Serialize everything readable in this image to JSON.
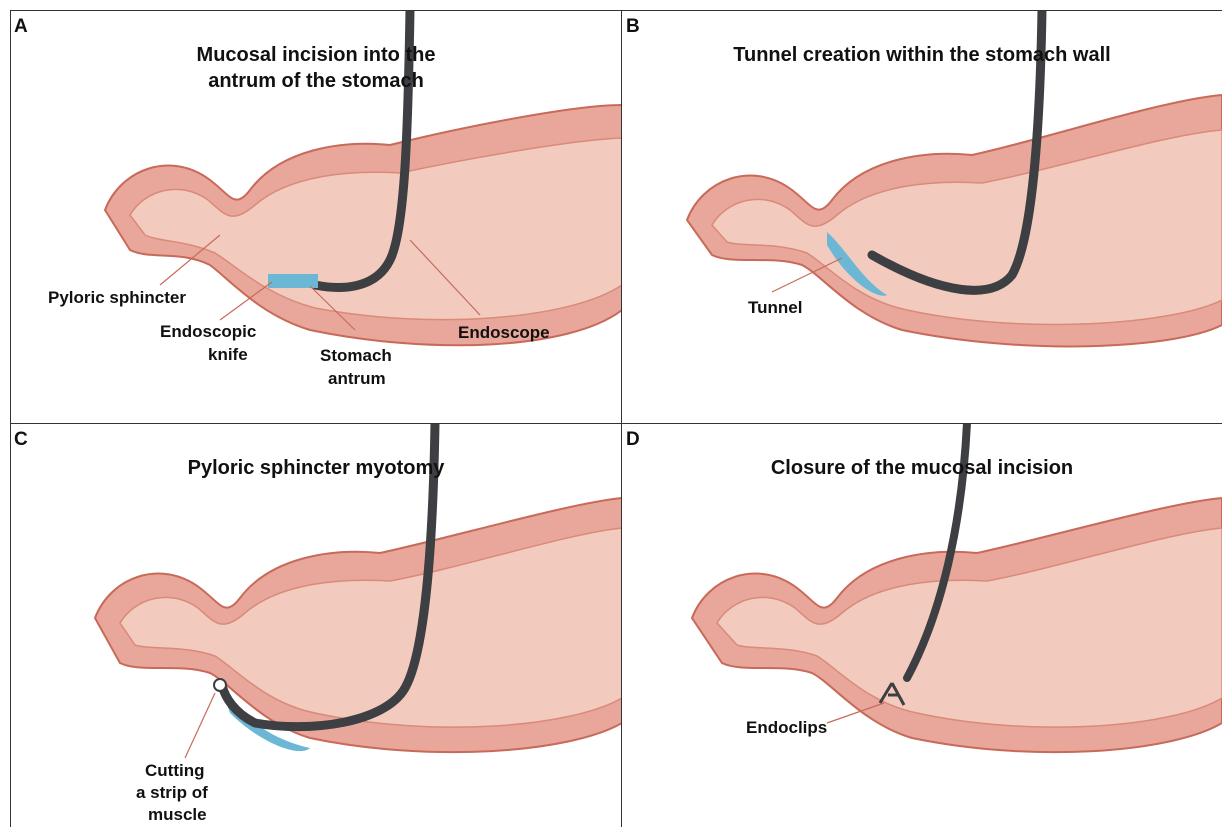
{
  "panels": {
    "a": {
      "letter": "A",
      "title_line1": "Mucosal incision into the",
      "title_line2": "antrum of the stomach",
      "labels": {
        "pyloric_sphincter": "Pyloric sphincter",
        "endoscopic_knife_1": "Endoscopic",
        "endoscopic_knife_2": "knife",
        "stomach_antrum_1": "Stomach",
        "stomach_antrum_2": "antrum",
        "endoscope": "Endoscope"
      }
    },
    "b": {
      "letter": "B",
      "title": "Tunnel creation within the stomach wall",
      "labels": {
        "tunnel": "Tunnel"
      }
    },
    "c": {
      "letter": "C",
      "title": "Pyloric sphincter myotomy",
      "labels": {
        "cutting_1": "Cutting",
        "cutting_2": "a strip of",
        "cutting_3": "muscle"
      }
    },
    "d": {
      "letter": "D",
      "title": "Closure of the mucosal incision",
      "labels": {
        "endoclips": "Endoclips"
      }
    }
  },
  "colors": {
    "stomach_outer": "#e8a79a",
    "stomach_inner": "#f3cbbe",
    "stomach_line": "#c86a5a",
    "endoscope": "#3d3f42",
    "tool_blue": "#6cb8d4"
  }
}
